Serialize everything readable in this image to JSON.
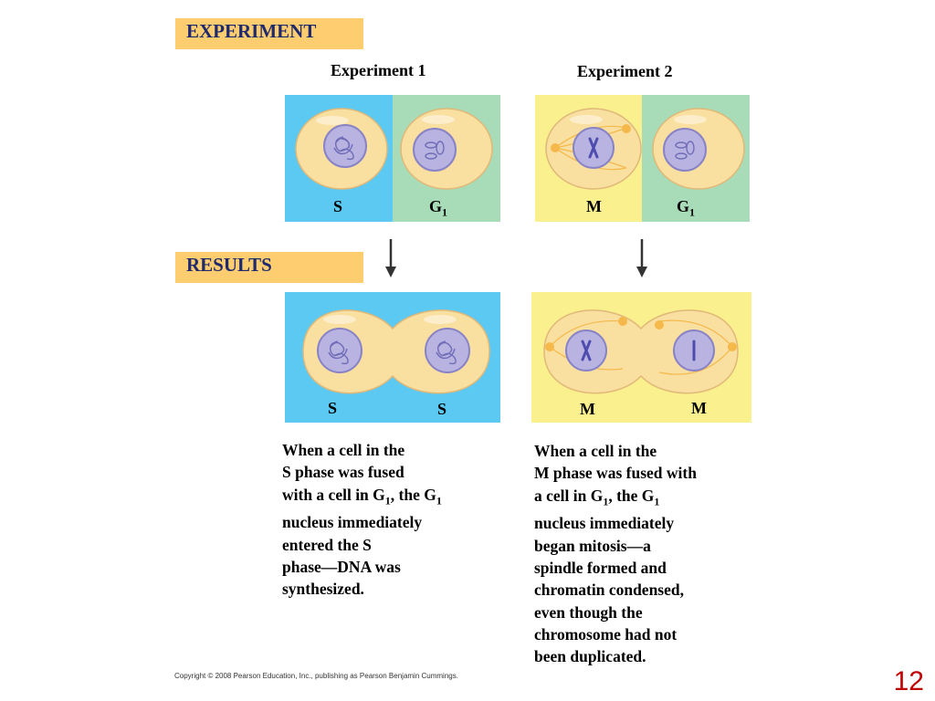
{
  "sections": {
    "experiment": "EXPERIMENT",
    "results": "RESULTS"
  },
  "experiments": [
    {
      "title": "Experiment 1",
      "top_labels": [
        {
          "base": "S",
          "sub": ""
        },
        {
          "base": "G",
          "sub": "1"
        }
      ],
      "result_labels": [
        {
          "base": "S",
          "sub": ""
        },
        {
          "base": "S",
          "sub": ""
        }
      ],
      "description": [
        {
          "text": "When a cell in the"
        },
        {
          "text": "S phase was fused"
        },
        {
          "text": "with a cell in G",
          "sub": "1",
          "after": ", the G",
          "sub2": "1"
        },
        {
          "text": "nucleus immediately"
        },
        {
          "text": "entered the S"
        },
        {
          "text": "phase—DNA was"
        },
        {
          "text": "synthesized."
        }
      ]
    },
    {
      "title": "Experiment 2",
      "top_labels": [
        {
          "base": "M",
          "sub": ""
        },
        {
          "base": "G",
          "sub": "1"
        }
      ],
      "result_labels": [
        {
          "base": "M",
          "sub": ""
        },
        {
          "base": "M",
          "sub": ""
        }
      ],
      "description": [
        {
          "text": "When a cell in the"
        },
        {
          "text": "M phase was fused with"
        },
        {
          "text": "a cell in G",
          "sub": "1",
          "after": ", the G",
          "sub2": "1"
        },
        {
          "text": "nucleus immediately"
        },
        {
          "text": "began mitosis—a"
        },
        {
          "text": "spindle formed and"
        },
        {
          "text": "chromatin condensed,"
        },
        {
          "text": "even though the"
        },
        {
          "text": "chromosome had not"
        },
        {
          "text": "been duplicated."
        }
      ]
    }
  ],
  "copyright": "Copyright © 2008 Pearson Education, Inc., publishing as Pearson Benjamin Cummings.",
  "page_number": "12",
  "colors": {
    "label_box": "#fecd6f",
    "label_text": "#1f2a6e",
    "s_phase_bg": "#5bc9f2",
    "g1_phase_bg": "#a8dcb8",
    "m_phase_bg": "#fbf08e",
    "cell_fill": "#f9dfa0",
    "nucleus_fill": "#b8b3e0",
    "chromatin": "#6f6cb8",
    "page_number": "#c00000"
  }
}
